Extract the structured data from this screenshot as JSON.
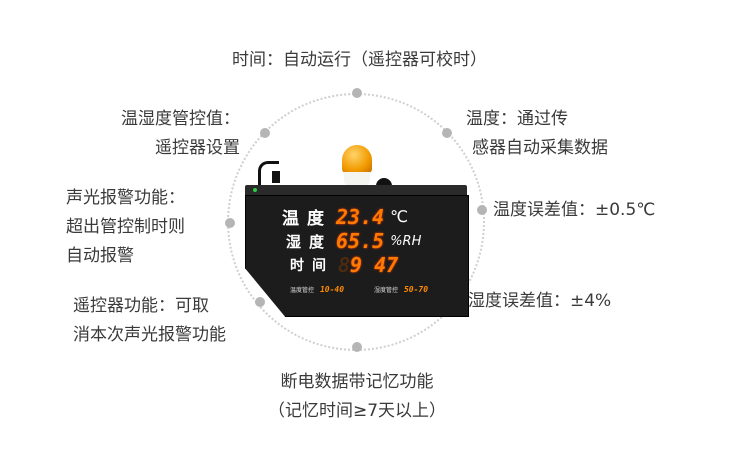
{
  "features": {
    "time": "时间：自动运行（遥控器可校时）",
    "threshold": [
      "温湿度管控值：",
      "遥控器设置"
    ],
    "temp_sensor": [
      "温度：通过传",
      "感器自动采集数据"
    ],
    "alarm": [
      "声光报警功能：",
      "超出管控制时则",
      "自动报警"
    ],
    "temp_error": "温度误差值：±0.5℃",
    "remote": [
      "遥控器功能：可取",
      "消本次声光报警功能"
    ],
    "humidity_error": "湿度误差值：±4%",
    "memory": [
      "断电数据带记忆功能",
      "（记忆时间≥7天以上）"
    ]
  },
  "device": {
    "temp_label": "温度",
    "temp_value": "23.4",
    "temp_unit": "℃",
    "humidity_label": "湿度",
    "humidity_value": "65.5",
    "humidity_unit": "%RH",
    "time_label": "时间",
    "time_hour_dim": "8",
    "time_hour": "9",
    "time_minute": "47",
    "temp_range_label": "温度管控",
    "temp_range": "10-40",
    "humidity_range_label": "湿度管控",
    "humidity_range": "50-70"
  },
  "colors": {
    "led": "#ff7a00",
    "ring": "#cfcfcf",
    "dot": "#b5b5b5",
    "text": "#3a3a3a"
  }
}
